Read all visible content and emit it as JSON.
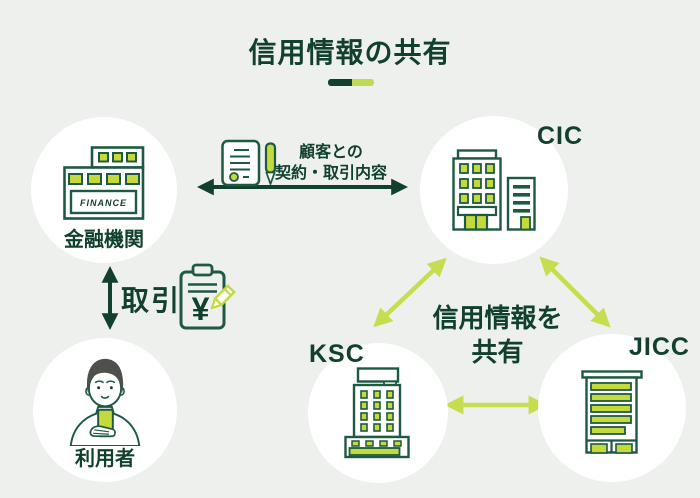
{
  "title": "信用情報の共有",
  "colors": {
    "background": "#edf0ed",
    "dark_green": "#11402d",
    "icon_outline_green": "#1e5943",
    "yellow_green_fill": "#c3d93c",
    "yellow_arrow": "#c6dd4f",
    "node_circle": "#ffffff",
    "hair_gray": "#4e5149"
  },
  "nodes": {
    "financial_institution": {
      "label": "金融機関",
      "sign": "FINANCE"
    },
    "user": {
      "label": "利用者"
    },
    "cic": {
      "label": "CIC"
    },
    "ksc": {
      "label": "KSC"
    },
    "jicc": {
      "label": "JICC"
    }
  },
  "relations": {
    "contract": {
      "line1": "顧客との",
      "line2": "契約・取引内容"
    },
    "transaction": {
      "label": "取引",
      "yen_symbol": "¥"
    },
    "sharing": {
      "line1": "信用情報を",
      "line2": "共有"
    }
  }
}
